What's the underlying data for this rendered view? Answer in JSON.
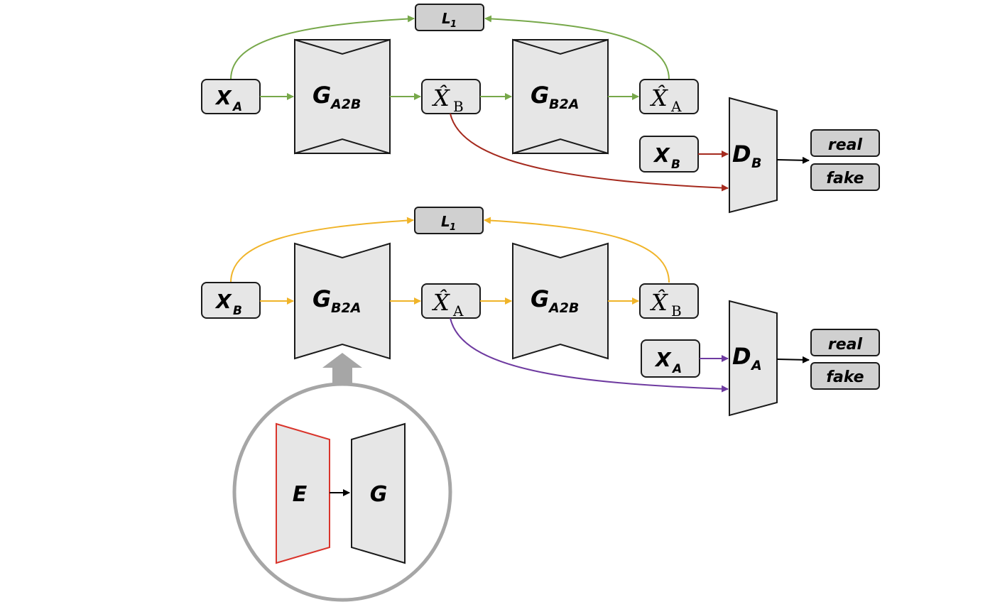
{
  "diagram": {
    "top": {
      "input": "X",
      "input_sub": "A",
      "generator1": "G",
      "generator1_sub": "A2B",
      "intermediate": "X̂",
      "intermediate_sub": "B",
      "generator2": "G",
      "generator2_sub": "B2A",
      "reconstruction": "X̂",
      "reconstruction_sub": "A",
      "loss": "L",
      "loss_sub": "1",
      "real_input": "X",
      "real_input_sub": "B",
      "discriminator": "D",
      "discriminator_sub": "B",
      "out_real": "real",
      "out_fake": "fake"
    },
    "bottom": {
      "input": "X",
      "input_sub": "B",
      "generator1": "G",
      "generator1_sub": "B2A",
      "intermediate": "X̂",
      "intermediate_sub": "A",
      "generator2": "G",
      "generator2_sub": "A2B",
      "reconstruction": "X̂",
      "reconstruction_sub": "B",
      "loss": "L",
      "loss_sub": "1",
      "real_input": "X",
      "real_input_sub": "A",
      "discriminator": "D",
      "discriminator_sub": "A",
      "out_real": "real",
      "out_fake": "fake"
    },
    "inset": {
      "encoder": "E",
      "generator": "G"
    },
    "colors": {
      "cycle_top": "#77a84a",
      "adv_top": "#a52a1e",
      "cycle_bottom": "#f0b429",
      "adv_bottom": "#6e3aa0",
      "encoder_outline": "#d9342b",
      "inset_circle": "#a6a6a6"
    }
  }
}
